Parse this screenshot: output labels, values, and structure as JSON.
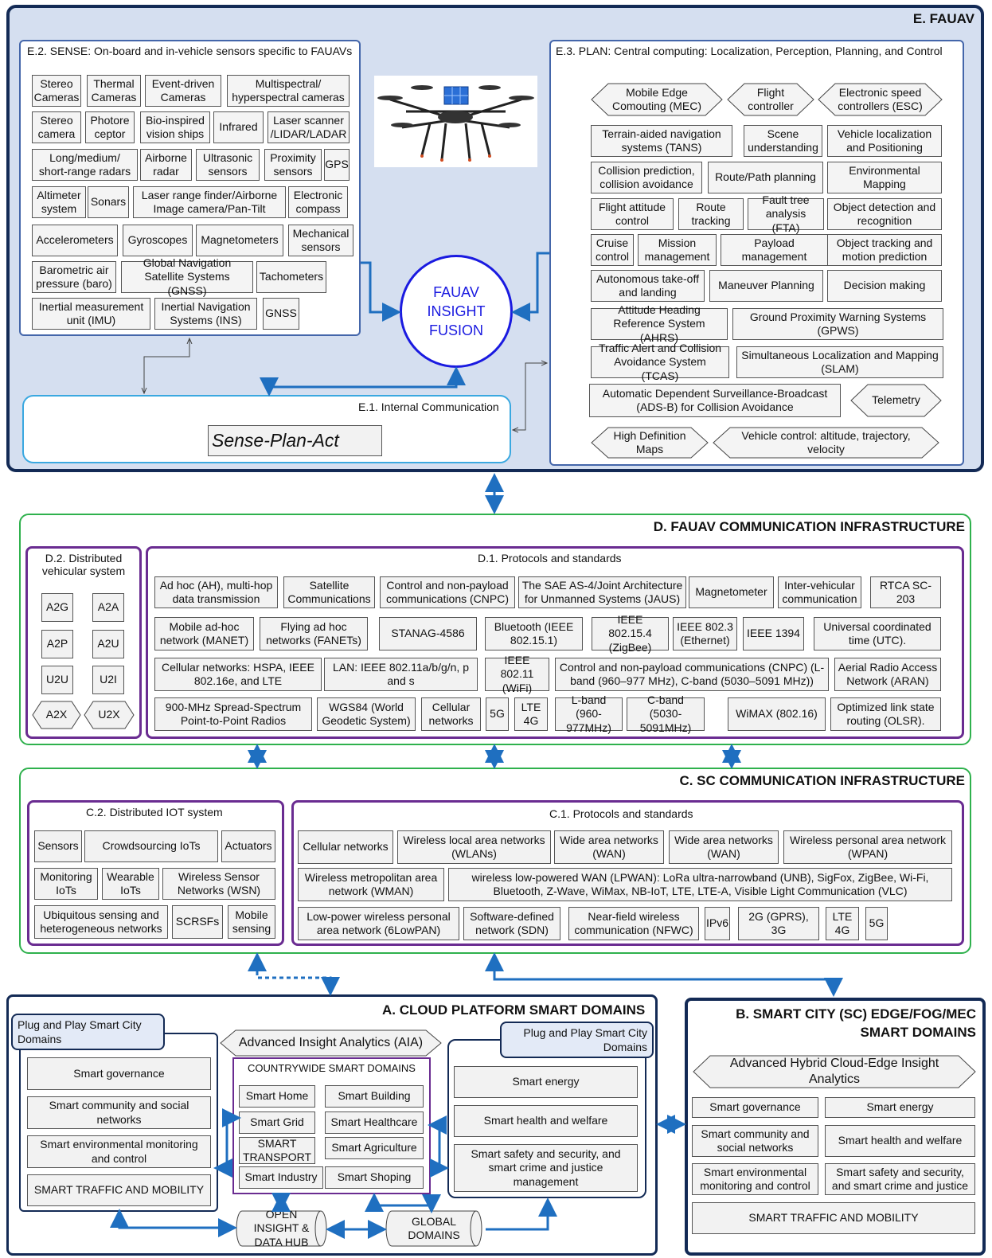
{
  "E": {
    "title": "E. FAUAV",
    "sense": {
      "title": "E.2. SENSE: On-board and in-vehicle sensors specific to FAUAVs",
      "items": [
        "Stereo Cameras",
        "Thermal Cameras",
        "Event-driven Cameras",
        "Multispectral/ hyperspectral cameras",
        "Stereo camera",
        "Photore ceptor",
        "Bio-inspired vision ships",
        "Infrared",
        "Laser scanner /LIDAR/LADAR",
        "Long/medium/ short-range radars",
        "Airborne radar",
        "Ultrasonic sensors",
        "Proximity sensors",
        "GPS",
        "Altimeter system",
        "Sonars",
        "Laser range finder/Airborne Image camera/Pan-Tilt",
        "Electronic compass",
        "Accelerometers",
        "Gyroscopes",
        "Magnetometers",
        "Mechanical sensors",
        "Barometric air pressure (baro)",
        "Global Navigation Satellite Systems (GNSS)",
        "Tachometers",
        "Inertial measurement unit (IMU)",
        "Inertial Navigation Systems (INS)",
        "GNSS"
      ]
    },
    "fusion": "FAUAV INSIGHT FUSION",
    "internal_comm": "E.1. Internal Communication",
    "spa": "Sense-Plan-Act",
    "plan": {
      "title": "E.3. PLAN: Central computing:  Localization, Perception, Planning, and Control",
      "items": [
        "Mobile Edge Comouting (MEC)",
        "Flight controller",
        "Electronic speed controllers (ESC)",
        "Terrain-aided navigation systems (TANS)",
        "Scene understanding",
        "Vehicle localization and Positioning",
        "Collision prediction, collision avoidance",
        "Route/Path planning",
        "Environmental Mapping",
        "Flight attitude control",
        "Route tracking",
        "Fault tree analysis (FTA)",
        "Object detection and recognition",
        "Cruise control",
        "Mission management",
        "Payload management",
        "Object tracking and motion prediction",
        "Autonomous take-off and landing",
        "Maneuver Planning",
        "Decision making",
        "Attitude Heading Reference System (AHRS)",
        "Ground Proximity Warning Systems (GPWS)",
        "Traffic Alert and Collision Avoidance System (TCAS)",
        "Simultaneous Localization and Mapping (SLAM)",
        "Automatic Dependent Surveillance-Broadcast (ADS-B) for Collision Avoidance",
        "Telemetry",
        "High Definition Maps",
        "Vehicle control: altitude, trajectory, velocity"
      ]
    }
  },
  "D": {
    "title": "D. FAUAV COMMUNICATION INFRASTRUCTURE",
    "dist": {
      "title": "D.2. Distributed vehicular system",
      "items": [
        "A2G",
        "A2A",
        "A2P",
        "A2U",
        "U2U",
        "U2I",
        "A2X",
        "U2X"
      ]
    },
    "protocols": {
      "title": "D.1.  Protocols and standards",
      "items": [
        "Ad hoc (AH), multi-hop data transmission",
        "Satellite Communications",
        "Control and non-payload communications (CNPC)",
        "The SAE AS-4/Joint Architecture for Unmanned Systems (JAUS)",
        "Magnetometer",
        "Inter-vehicular communication",
        "RTCA SC-203",
        "Mobile ad-hoc network (MANET)",
        "Flying ad hoc networks (FANETs)",
        "STANAG-4586",
        "Bluetooth (IEEE 802.15.1)",
        "IEEE 802.15.4 (ZigBee)",
        "IEEE 802.3 (Ethernet)",
        "IEEE 1394",
        "Universal coordinated time (UTC).",
        "Cellular networks: HSPA, IEEE 802.16e, and LTE",
        "LAN: IEEE 802.11a/b/g/n, p and s",
        "IEEE 802.11 (WiFi)",
        "Control and non-payload communications (CNPC) (L-band (960–977 MHz), C-band (5030–5091 MHz))",
        "Aerial Radio Access Network (ARAN)",
        "900-MHz Spread-Spectrum Point-to-Point Radios",
        "WGS84 (World Geodetic System)",
        "Cellular networks",
        "5G",
        "LTE 4G",
        "L-band (960-977MHz)",
        "C-band (5030-5091MHz)",
        "WiMAX (802.16)",
        "Optimized link state routing (OLSR)."
      ]
    }
  },
  "C": {
    "title": "C. SC COMMUNICATION INFRASTRUCTURE",
    "iot": {
      "title": "C.2. Distributed IOT system",
      "items": [
        "Sensors",
        "Crowdsourcing IoTs",
        "Actuators",
        "Monitoring IoTs",
        "Wearable IoTs",
        "Wireless Sensor Networks (WSN)",
        "Ubiquitous sensing and heterogeneous networks",
        "SCRSFs",
        "Mobile sensing"
      ]
    },
    "protocols": {
      "title": "C.1.  Protocols and standards",
      "items": [
        "Cellular networks",
        "Wireless local area networks (WLANs)",
        "Wide area networks (WAN)",
        "Wide area networks (WAN)",
        "Wireless personal area network (WPAN)",
        "Wireless metropolitan area network (WMAN)",
        "wireless low-powered WAN  (LPWAN): LoRa ultra-narrowband (UNB), SigFox,  ZigBee, Wi-Fi, Bluetooth,  Z-Wave, WiMax, NB-IoT, LTE, LTE-A, Visible Light Communication (VLC)",
        "Low-power wireless personal area network (6LowPAN)",
        "Software-defined network (SDN)",
        "Near-field wireless communication (NFWC)",
        "IPv6",
        "2G (GPRS), 3G",
        "LTE 4G",
        "5G"
      ]
    }
  },
  "A": {
    "title": "A. CLOUD PLATFORM SMART DOMAINS",
    "left_tab": "Plug and Play Smart City Domains",
    "left_items": [
      "Smart governance",
      "Smart community and social networks",
      "Smart environmental monitoring and control",
      "SMART TRAFFIC AND MOBILITY"
    ],
    "aia": "Advanced Insight Analytics (AIA)",
    "country": {
      "title": "COUNTRYWIDE SMART DOMAINS",
      "items": [
        "Smart Home",
        "Smart Building",
        "Smart Grid",
        "Smart Healthcare",
        "SMART TRANSPORT",
        "Smart Agriculture",
        "Smart Industry",
        "Smart Shoping"
      ]
    },
    "right_tab": "Plug and Play Smart City Domains",
    "right_items": [
      "Smart energy",
      "Smart health and welfare",
      "Smart safety and security, and smart crime and justice management"
    ],
    "hub": "OPEN INSIGHT & DATA HUB",
    "global": "GLOBAL DOMAINS"
  },
  "B": {
    "title": "B. SMART CITY (SC) EDGE/FOG/MEC SMART DOMAINS",
    "ahc": "Advanced Hybrid Cloud-Edge Insight Analytics",
    "items": [
      "Smart governance",
      "Smart energy",
      "Smart community and social networks",
      "Smart health and welfare",
      "Smart environmental monitoring and control",
      "Smart safety and security, and smart crime and justice",
      "SMART TRAFFIC AND MOBILITY"
    ]
  },
  "colors": {
    "navy": "#132a55",
    "blue": "#1f6fc0",
    "green": "#2fb14d",
    "purple": "#6a2c91",
    "lightbg": "#d6dff0",
    "cyan": "#3aa8e0"
  }
}
